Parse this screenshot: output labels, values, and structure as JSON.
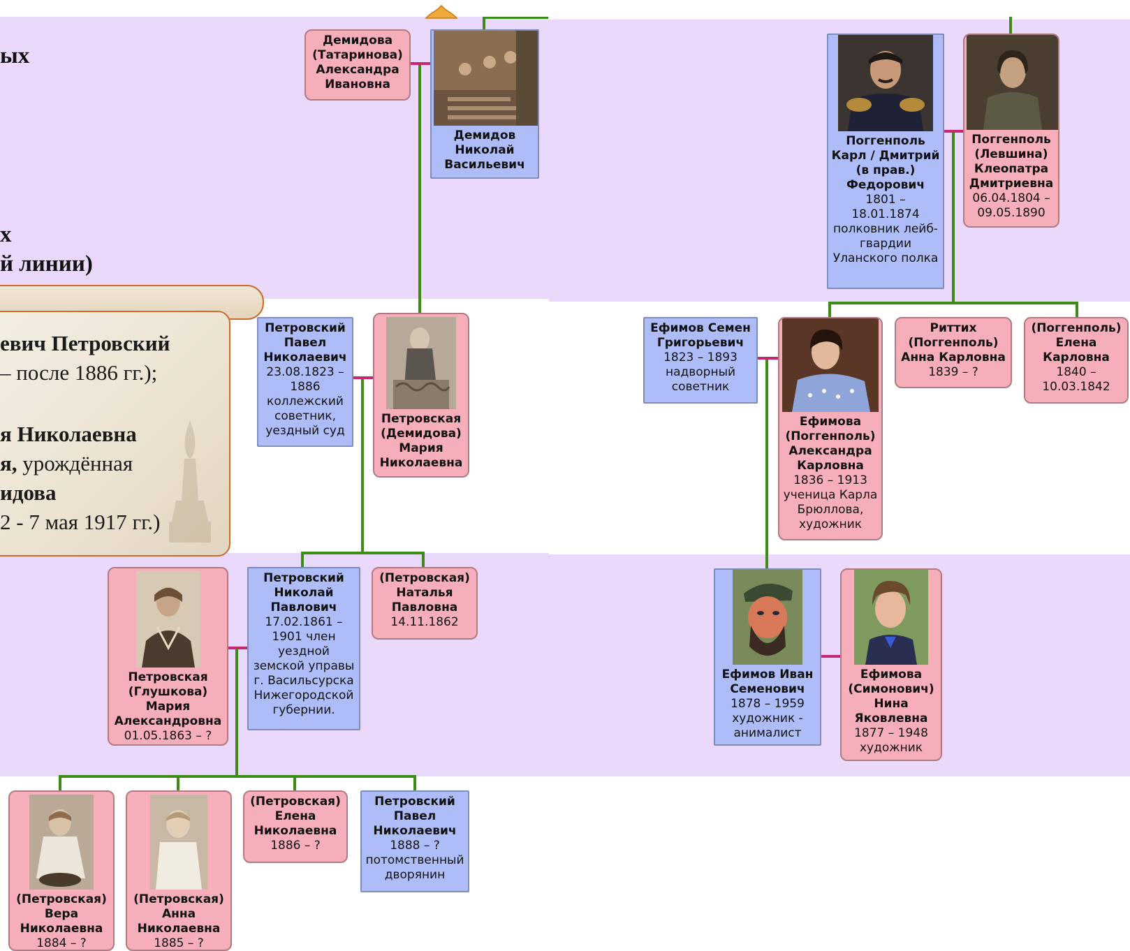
{
  "fragments": {
    "top_1": "ых",
    "top_2": "х",
    "top_3": "й линии)"
  },
  "panel": {
    "line1": "евич Петровский",
    "line2": "– после 1886 гг.);",
    "line3": "я Николаевна",
    "line4a": "я,",
    "line4b": " урождённая",
    "line5": "идова",
    "line6": "2 - 7 мая 1917 гг.)"
  },
  "nodes": {
    "demidova_a": {
      "name": "Демидова (Татаринова) Александра Ивановна",
      "info": ""
    },
    "demidov_n": {
      "name": "Демидов Николай Васильевич",
      "info": ""
    },
    "petrovsky_p": {
      "name": "Петровский Павел Николаевич",
      "info": "23.08.1823 – 1886 коллежский советник, уездный суд"
    },
    "petrovskaya_m": {
      "name": "Петровская (Демидова) Мария Николаевна",
      "info": ""
    },
    "petrovskaya_ma": {
      "name": "Петровская (Глушкова) Мария Александровна",
      "info": "01.05.1863 – ?"
    },
    "petrovsky_n": {
      "name": "Петровский Николай Павлович",
      "info": "17.02.1861 – 1901 член уездной земской управы г. Васильсурска Нижегородской губернии."
    },
    "natalya": {
      "name": "(Петровская) Наталья Павловна",
      "info": "14.11.1862"
    },
    "vera": {
      "name": "(Петровская) Вера Николаевна",
      "info": "1884 – ?"
    },
    "anna_n": {
      "name": "(Петровская) Анна Николаевна",
      "info": "1885 – ?"
    },
    "elena_n": {
      "name": "(Петровская) Елена Николаевна",
      "info": "1886 – ?"
    },
    "pavel_n": {
      "name": "Петровский Павел Николаевич",
      "info": "1888 – ? потомственный дворянин"
    },
    "poggenpol_k": {
      "name": "Поггенполь Карл / Дмитрий (в прав.) Федорович",
      "info": "1801 – 18.01.1874 полковник лейб-гвардии Уланского полка"
    },
    "poggenpol_kl": {
      "name": "Поггенполь (Левшина) Клеопатра Дмитриевна",
      "info": "06.04.1804 – 09.05.1890"
    },
    "efimov_s": {
      "name": "Ефимов Семен Григорьевич",
      "info": "1823 – 1893 надворный советник"
    },
    "efimova_a": {
      "name": "Ефимова (Поггенполь) Александра Карловна",
      "info": "1836 – 1913 ученица Карла Брюллова, художник"
    },
    "rittih": {
      "name": "Риттих (Поггенполь) Анна Карловна",
      "info": "1839 – ?"
    },
    "elena_k": {
      "name": "(Поггенполь) Елена Карловна",
      "info": "1840 – 10.03.1842"
    },
    "efimov_i": {
      "name": "Ефимов Иван Семенович",
      "info": "1878 – 1959 художник - анималист"
    },
    "efimova_n": {
      "name": "Ефимова (Симонович) Нина Яковлевна",
      "info": "1877 – 1948 художник"
    }
  },
  "colors": {
    "female": "#f7aebb",
    "male": "#aebdf8",
    "line": "#3c8c17",
    "spouse": "#c8286f",
    "band": "#ead9fb",
    "panel_border": "#cc6a2c"
  }
}
